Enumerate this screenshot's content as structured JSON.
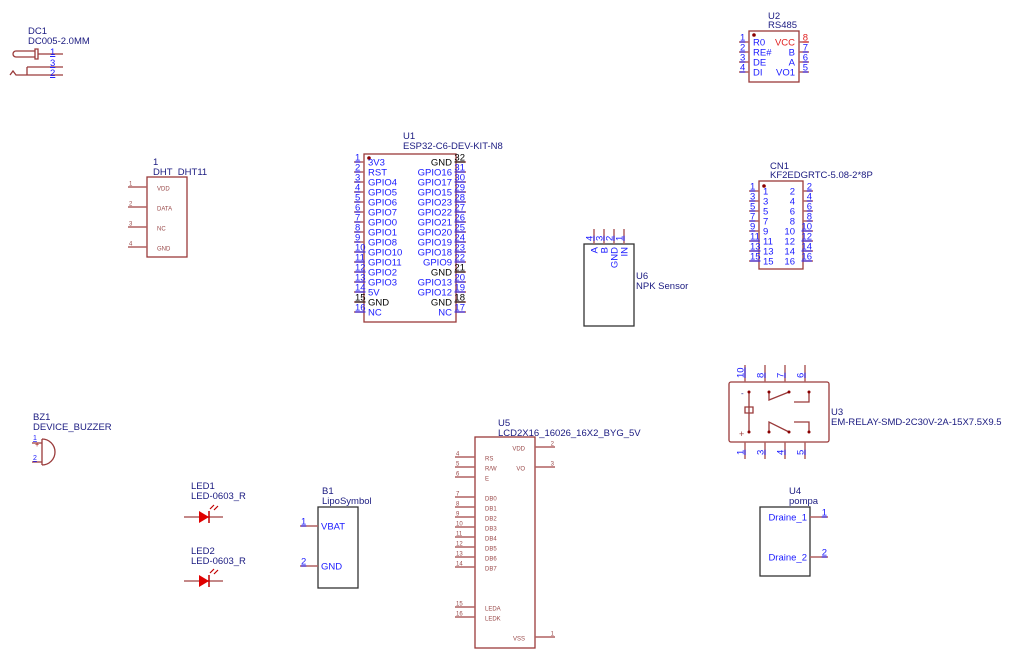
{
  "colors": {
    "pin_label": "#1a1aff",
    "ref": "#1a1a80",
    "body": "#9a3a3a",
    "power": "#e02020",
    "led": "#e00000"
  },
  "dc1": {
    "ref": "DC1",
    "value": "DC005-2.0MM",
    "pins": [
      "1",
      "3",
      "2"
    ]
  },
  "dht": {
    "ref": "1",
    "value": "DHT_DHT11",
    "pins": [
      {
        "n": "1",
        "l": "VDD"
      },
      {
        "n": "2",
        "l": "DATA"
      },
      {
        "n": "3",
        "l": "NC"
      },
      {
        "n": "4",
        "l": "GND"
      }
    ]
  },
  "u1": {
    "ref": "U1",
    "value": "ESP32-C6-DEV-KIT-N8",
    "left": [
      {
        "n": "1",
        "l": "3V3"
      },
      {
        "n": "2",
        "l": "RST"
      },
      {
        "n": "3",
        "l": "GPIO4"
      },
      {
        "n": "4",
        "l": "GPIO5"
      },
      {
        "n": "5",
        "l": "GPIO6"
      },
      {
        "n": "6",
        "l": "GPIO7"
      },
      {
        "n": "7",
        "l": "GPIO0"
      },
      {
        "n": "8",
        "l": "GPIO1"
      },
      {
        "n": "9",
        "l": "GPIO8"
      },
      {
        "n": "10",
        "l": "GPIO10"
      },
      {
        "n": "11",
        "l": "GPIO11"
      },
      {
        "n": "12",
        "l": "GPIO2"
      },
      {
        "n": "13",
        "l": "GPIO3"
      },
      {
        "n": "14",
        "l": "5V"
      },
      {
        "n": "15",
        "l": "GND",
        "k": 1
      },
      {
        "n": "16",
        "l": "NC"
      }
    ],
    "right": [
      {
        "n": "32",
        "l": "GND",
        "k": 1
      },
      {
        "n": "31",
        "l": "GPIO16"
      },
      {
        "n": "30",
        "l": "GPIO17"
      },
      {
        "n": "29",
        "l": "GPIO15"
      },
      {
        "n": "28",
        "l": "GPIO23"
      },
      {
        "n": "27",
        "l": "GPIO22"
      },
      {
        "n": "26",
        "l": "GPIO21"
      },
      {
        "n": "25",
        "l": "GPIO20"
      },
      {
        "n": "24",
        "l": "GPIO19"
      },
      {
        "n": "23",
        "l": "GPIO18"
      },
      {
        "n": "22",
        "l": "GPIO9"
      },
      {
        "n": "21",
        "l": "GND",
        "k": 1
      },
      {
        "n": "20",
        "l": "GPIO13"
      },
      {
        "n": "19",
        "l": "GPIO12"
      },
      {
        "n": "18",
        "l": "GND",
        "k": 1
      },
      {
        "n": "17",
        "l": "NC"
      }
    ]
  },
  "u2": {
    "ref": "U2",
    "value": "RS485",
    "left": [
      {
        "n": "1",
        "l": "R0"
      },
      {
        "n": "2",
        "l": "RE#"
      },
      {
        "n": "3",
        "l": "DE"
      },
      {
        "n": "4",
        "l": "DI"
      }
    ],
    "right": [
      {
        "n": "8",
        "l": "VCC",
        "r": 1
      },
      {
        "n": "7",
        "l": "B"
      },
      {
        "n": "6",
        "l": "A"
      },
      {
        "n": "5",
        "l": "VO1"
      }
    ]
  },
  "cn1": {
    "ref": "CN1",
    "value": "KF2EDGRTC-5.08-2*8P",
    "left": [
      {
        "n": "1",
        "l": "1"
      },
      {
        "n": "3",
        "l": "3"
      },
      {
        "n": "5",
        "l": "5"
      },
      {
        "n": "7",
        "l": "7"
      },
      {
        "n": "9",
        "l": "9"
      },
      {
        "n": "11",
        "l": "11"
      },
      {
        "n": "13",
        "l": "13"
      },
      {
        "n": "15",
        "l": "15"
      }
    ],
    "right": [
      {
        "n": "2",
        "l": "2"
      },
      {
        "n": "4",
        "l": "4"
      },
      {
        "n": "6",
        "l": "6"
      },
      {
        "n": "8",
        "l": "8"
      },
      {
        "n": "10",
        "l": "10"
      },
      {
        "n": "12",
        "l": "12"
      },
      {
        "n": "14",
        "l": "14"
      },
      {
        "n": "16",
        "l": "16"
      }
    ]
  },
  "u6": {
    "ref": "U6",
    "value": "NPK Sensor",
    "pins": [
      {
        "n": "4",
        "l": "A"
      },
      {
        "n": "3",
        "l": "B"
      },
      {
        "n": "2",
        "l": "GND"
      },
      {
        "n": "1",
        "l": "IN"
      }
    ]
  },
  "u3": {
    "ref": "U3",
    "value": "EM-RELAY-SMD-2C30V-2A-15X7.5X9.5",
    "top": [
      "10",
      "8",
      "7",
      "6"
    ],
    "bottom": [
      "1",
      "3",
      "4",
      "5"
    ],
    "coil_minus": "-",
    "coil_plus": "+"
  },
  "bz1": {
    "ref": "BZ1",
    "value": "DEVICE_BUZZER",
    "pins": [
      "1",
      "2"
    ],
    "plus": "+"
  },
  "led1": {
    "ref": "LED1",
    "value": "LED-0603_R"
  },
  "led2": {
    "ref": "LED2",
    "value": "LED-0603_R"
  },
  "b1": {
    "ref": "B1",
    "value": "LipoSymbol",
    "pins": [
      {
        "n": "1",
        "l": "VBAT"
      },
      {
        "n": "2",
        "l": "GND"
      }
    ]
  },
  "u5": {
    "ref": "U5",
    "value": "LCD2X16_16026_16X2_BYG_5V",
    "left": [
      {
        "n": "4",
        "l": "RS"
      },
      {
        "n": "5",
        "l": "R/W"
      },
      {
        "n": "6",
        "l": "E"
      },
      {
        "n": "7",
        "l": "DB0"
      },
      {
        "n": "8",
        "l": "DB1"
      },
      {
        "n": "9",
        "l": "DB2"
      },
      {
        "n": "10",
        "l": "DB3"
      },
      {
        "n": "11",
        "l": "DB4"
      },
      {
        "n": "12",
        "l": "DB5"
      },
      {
        "n": "13",
        "l": "DB6"
      },
      {
        "n": "14",
        "l": "DB7"
      },
      {
        "n": "15",
        "l": "LEDA"
      },
      {
        "n": "16",
        "l": "LEDK"
      }
    ],
    "right": [
      {
        "n": "2",
        "l": "VDD"
      },
      {
        "n": "3",
        "l": "VO"
      },
      {
        "n": "1",
        "l": "VSS"
      }
    ]
  },
  "u4": {
    "ref": "U4",
    "value": "pompa",
    "pins": [
      {
        "n": "1",
        "l": "Draine_1"
      },
      {
        "n": "2",
        "l": "Draine_2"
      }
    ]
  }
}
